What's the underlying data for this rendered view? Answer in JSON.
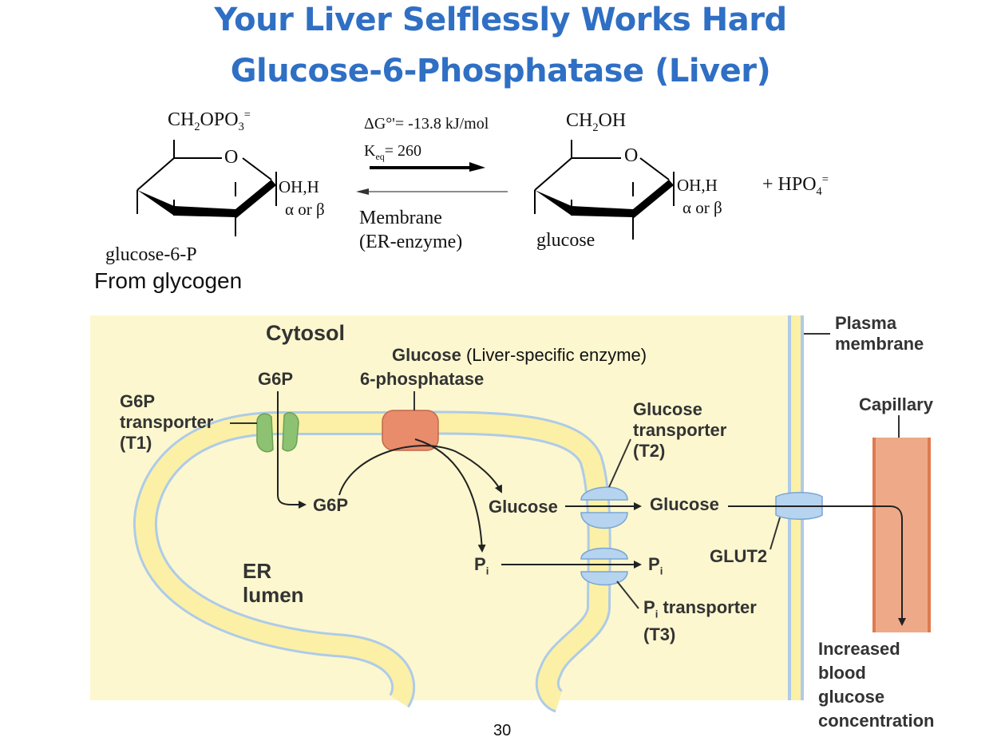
{
  "title": {
    "line1": "Your Liver Selflessly Works Hard",
    "line2": "Glucose-6-Phosphatase (Liver)"
  },
  "reaction": {
    "reactant_group": "CH",
    "reactant_group_sub": "2",
    "reactant_group_tail": "OPO",
    "reactant_group_sub2": "3",
    "reactant_group_sup": "=",
    "ring_o": "O",
    "anomeric": "OH,H",
    "anomer_form": "α or β",
    "reactant_name": "glucose-6-P",
    "source": "From glycogen",
    "delta_g": "ΔG°'= -13.8 kJ/mol",
    "keq": "K",
    "keq_sub": "eq",
    "keq_value": "= 260",
    "membrane_note_1": "Membrane",
    "membrane_note_2": "(ER-enzyme)",
    "product_group": "CH",
    "product_group_sub": "2",
    "product_group_tail": "OH",
    "product_name": "glucose",
    "byproduct": "+  HPO",
    "byproduct_sub": "4",
    "byproduct_sup": "="
  },
  "diagram": {
    "cytosol": "Cytosol",
    "er_lumen_1": "ER",
    "er_lumen_2": "lumen",
    "g6p_top": "G6P",
    "g6p_transporter_1": "G6P",
    "g6p_transporter_2": "transporter",
    "g6p_transporter_3": "(T1)",
    "enzyme_1": "Glucose",
    "enzyme_note": "(Liver-specific enzyme)",
    "enzyme_2": "6-phosphatase",
    "g6p_lumen": "G6P",
    "glucose_lumen": "Glucose",
    "glucose_cytosol": "Glucose",
    "pi_lumen": "P",
    "pi_cytosol": "P",
    "pi_sub": "i",
    "glucose_transporter_1": "Glucose",
    "glucose_transporter_2": "transporter",
    "glucose_transporter_3": "(T2)",
    "pi_transporter_1": "P",
    "pi_transporter_sub": "i",
    "pi_transporter_1b": " transporter",
    "pi_transporter_2": "(T3)",
    "glut2": "GLUT2",
    "plasma_1": "Plasma",
    "plasma_2": "membrane",
    "capillary": "Capillary",
    "result_1": "Increased",
    "result_2": "blood",
    "result_3": "glucose",
    "result_4": "concentration"
  },
  "page_number": "30",
  "colors": {
    "title": "#2f6fc4",
    "cytosol_bg": "#fcf7cf",
    "membrane_fill": "#fbf0a6",
    "membrane_edge": "#aecbe8",
    "transporter_t1": "#8cc271",
    "enzyme": "#e88c6c",
    "transporter_blue": "#b6d3f0",
    "capillary": "#eeaa88"
  }
}
